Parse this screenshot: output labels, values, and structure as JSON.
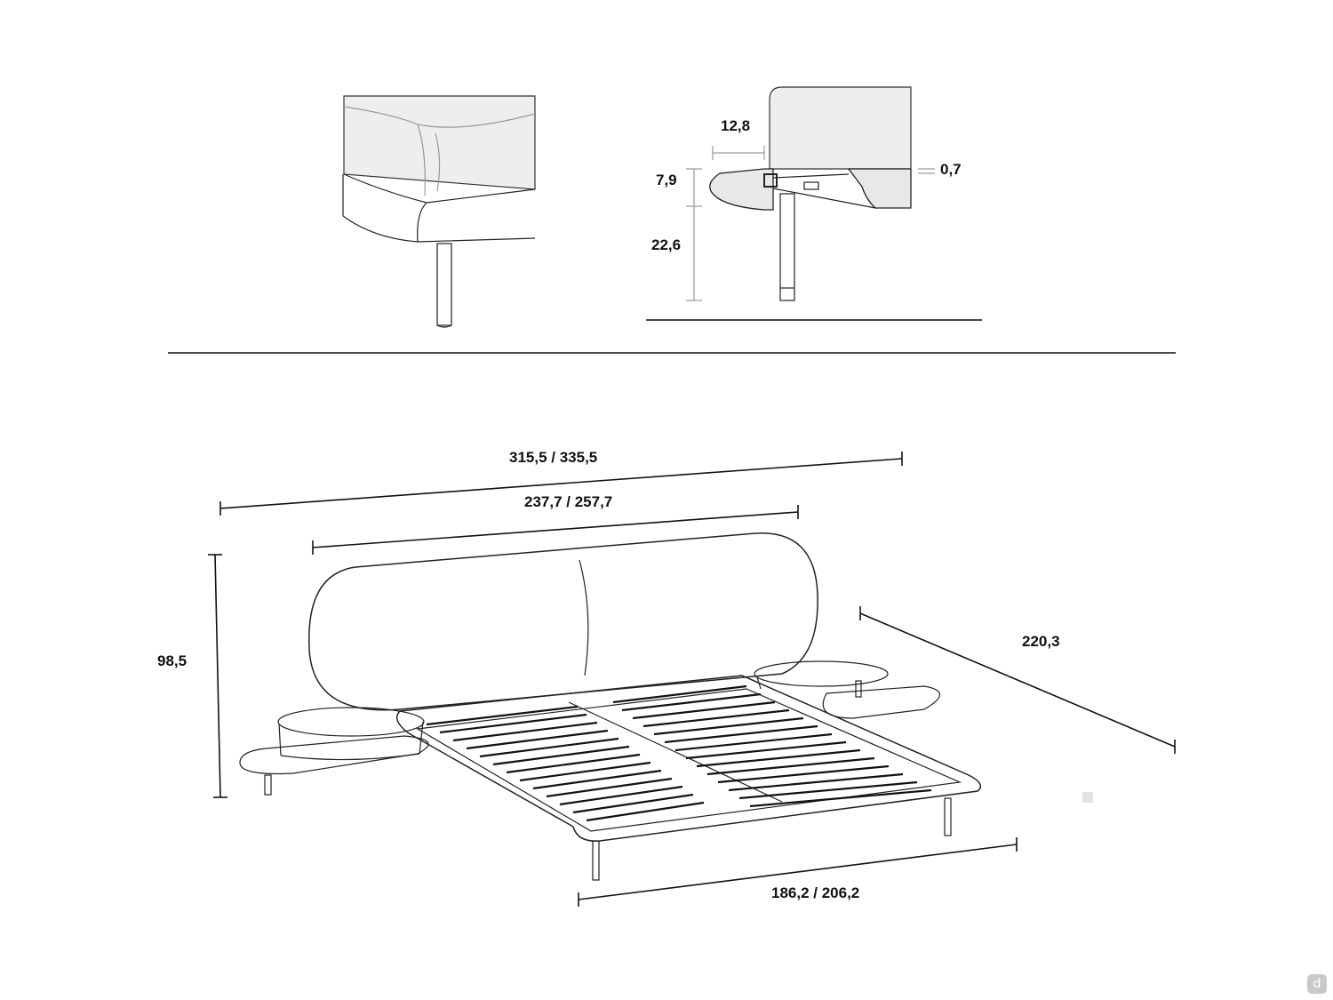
{
  "dimensions": {
    "rail_width": "12,8",
    "rail_height": "7,9",
    "leg_height": "22,6",
    "gap": "0,7",
    "overall_width": "315,5 / 335,5",
    "headboard_width": "237,7 / 257,7",
    "height": "98,5",
    "depth": "220,3",
    "bed_width": "186,2 / 206,2"
  },
  "watermark": {
    "letter": "d"
  }
}
